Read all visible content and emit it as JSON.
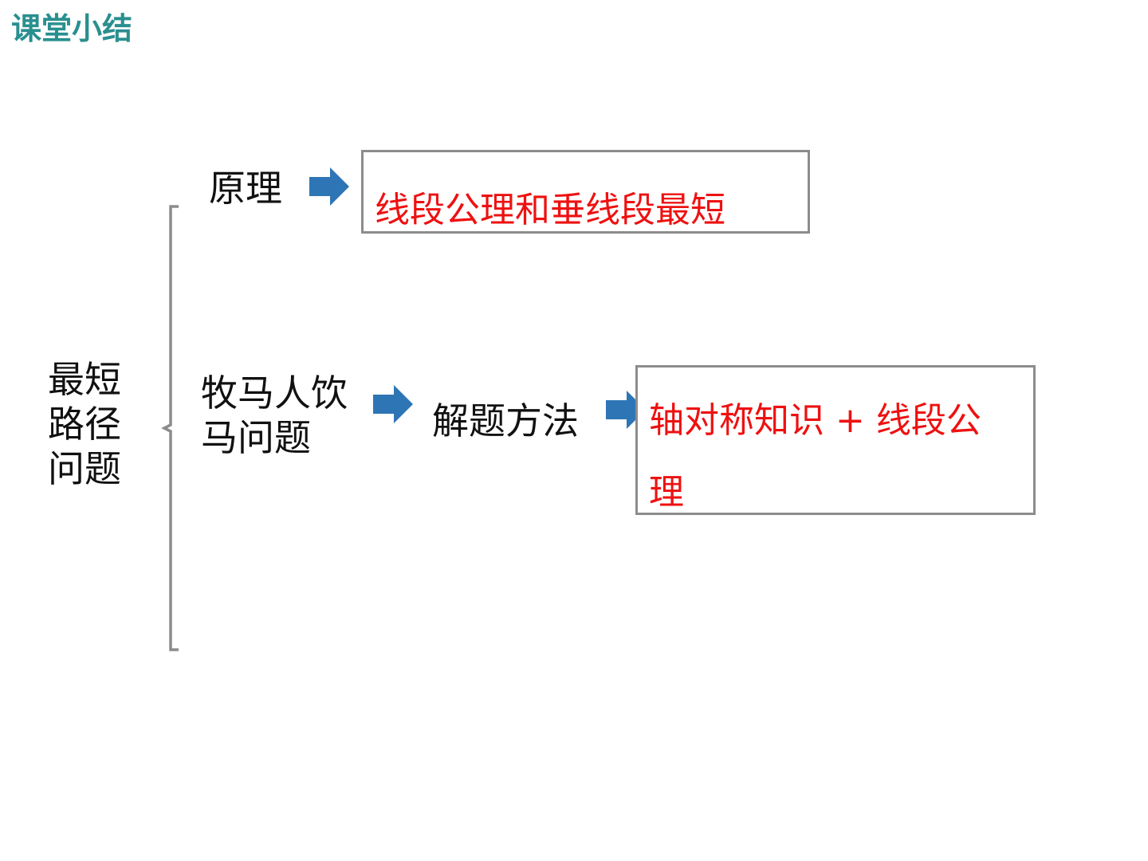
{
  "slide": {
    "title": "课堂小结"
  },
  "diagram": {
    "root_lines": [
      "最短",
      "路径",
      "问题"
    ],
    "principle_label": "原理",
    "principle_box_text": "线段公理和垂线段最短",
    "problem_lines": [
      "牧马人饮",
      "马问题"
    ],
    "method_label": "解题方法",
    "method_box_lines": [
      "轴对称知识 + 线段公",
      "理"
    ],
    "colors": {
      "title": "#2a8f8f",
      "highlight_text": "#ee1111",
      "arrow": "#2e75b6",
      "box_border": "#8c8c8c",
      "brace": "#8c8c8c"
    },
    "icons": [
      "right-arrow-icon",
      "left-brace-icon"
    ]
  }
}
